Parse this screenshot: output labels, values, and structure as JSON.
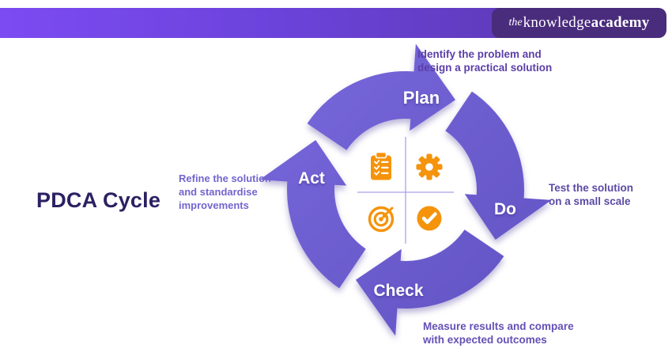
{
  "header": {
    "logo": {
      "prefix": "the",
      "brand_regular": "knowledge",
      "brand_bold": "academy"
    }
  },
  "title": "PDCA Cycle",
  "cycle": {
    "direction": "clockwise",
    "segments": [
      {
        "id": "plan",
        "label": "Plan",
        "annotation": "Identify the problem and design a practical solution",
        "annotation_lines": [
          "Identify the problem and",
          "design a practical solution"
        ]
      },
      {
        "id": "do",
        "label": "Do",
        "annotation": "Test the solution on a small scale",
        "annotation_lines": [
          "Test the solution",
          "on a small scale"
        ]
      },
      {
        "id": "check",
        "label": "Check",
        "annotation": "Measure results and compare with expected outcomes",
        "annotation_lines": [
          "Measure results and compare",
          "with expected outcomes"
        ]
      },
      {
        "id": "act",
        "label": "Act",
        "annotation": "Refine the solution and standardise improvements",
        "annotation_lines": [
          "Refine the solution",
          "and standardise",
          "improvements"
        ]
      }
    ],
    "center_icons": [
      {
        "name": "clipboard-checklist-icon",
        "quadrant": "top-left"
      },
      {
        "name": "gear-icon",
        "quadrant": "top-right"
      },
      {
        "name": "target-dart-icon",
        "quadrant": "bottom-left"
      },
      {
        "name": "check-circle-icon",
        "quadrant": "bottom-right"
      }
    ]
  },
  "colors": {
    "header_gradient_start": "#7C4BF2",
    "header_gradient_end": "#5936A6",
    "logo_background": "#4A2C7D",
    "ring_purple": "#6C5CCE",
    "icon_orange": "#F5930B",
    "title_text": "#2B2162",
    "annotation_purple": "#6450B5",
    "label_text": "#FFFFFF"
  }
}
